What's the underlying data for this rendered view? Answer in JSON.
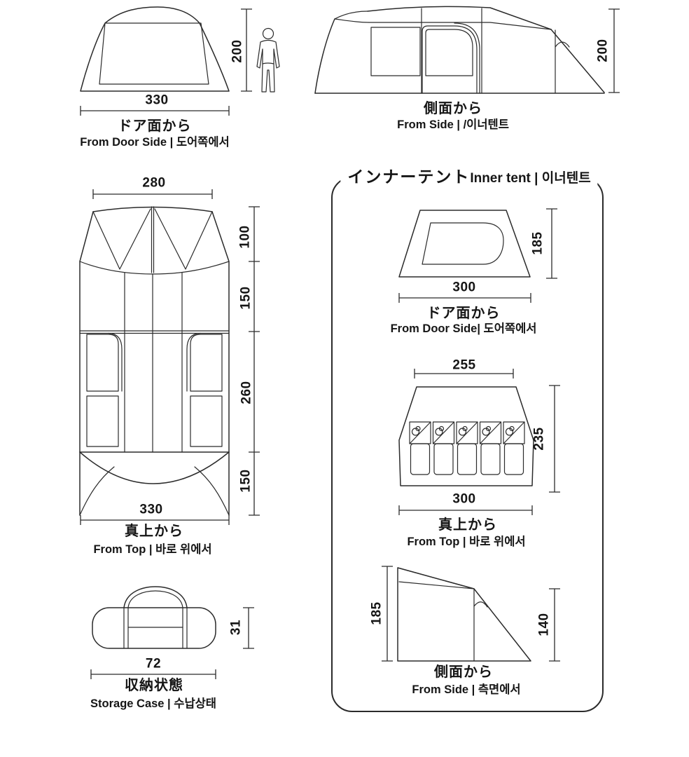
{
  "diagram": {
    "outer_front": {
      "jp": "ドア面から",
      "sub": "From Door Side | 도어쪽에서",
      "width": "330",
      "height": "200"
    },
    "outer_side": {
      "jp": "側面から",
      "sub": "From Side | /이너텐트",
      "height": "200"
    },
    "outer_top": {
      "jp": "真上から",
      "sub": "From Top | 바로 위에서",
      "width_top": "280",
      "width_bottom": "330",
      "segments": [
        "100",
        "150",
        "260",
        "150"
      ]
    },
    "storage": {
      "jp": "収納状態",
      "sub": "Storage Case | 수납상태",
      "width": "72",
      "height": "31"
    },
    "inner": {
      "title_jp": "インナーテント",
      "title_sub": "Inner tent | 이너텐트",
      "front": {
        "jp": "ドア面から",
        "sub": "From Door Side| 도어쪽에서",
        "width": "300",
        "height": "185"
      },
      "top": {
        "jp": "真上から",
        "sub": "From Top | 바로 위에서",
        "width_top": "255",
        "width_bottom": "300",
        "height": "235"
      },
      "side": {
        "jp": "側面から",
        "sub": "From Side | 측면에서",
        "height_front": "185",
        "height_rear": "140"
      }
    }
  }
}
